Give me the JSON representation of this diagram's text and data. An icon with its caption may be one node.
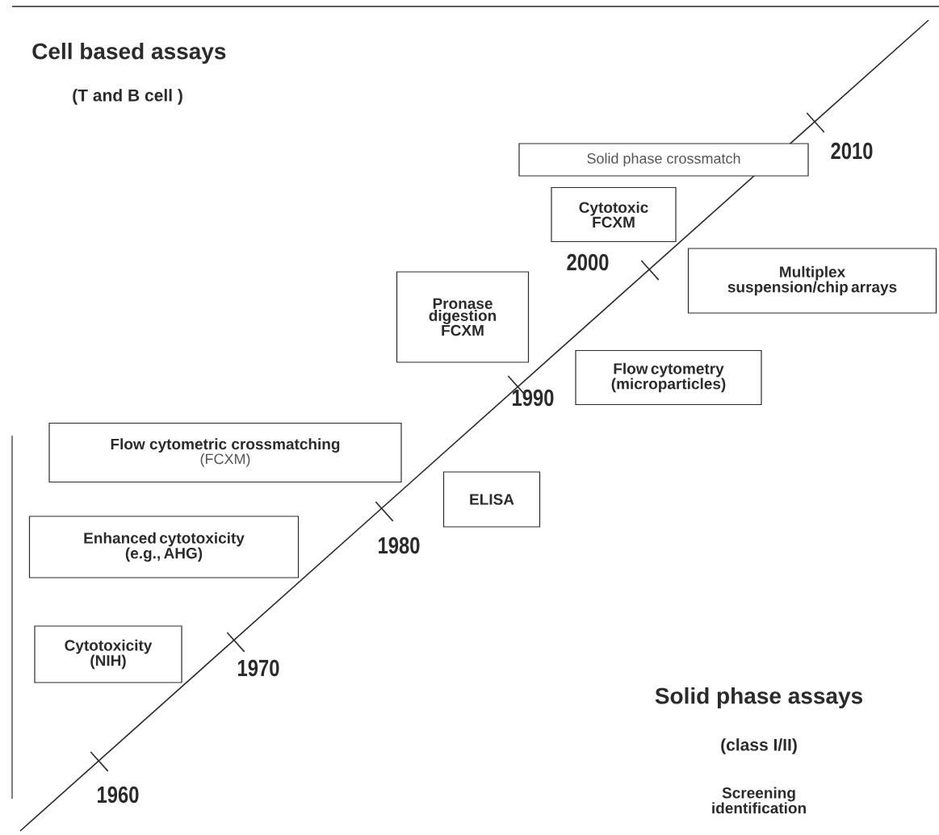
{
  "diagram": {
    "nodes": [
      {
        "text": [
          "Solid phase crossmatch"
        ]
      },
      {
        "text": [
          "Cytotoxic FCXM"
        ]
      },
      {
        "text": [
          "Multiplex suspension/chip arrays"
        ]
      },
      {
        "text": [
          "Pronase digestion FCXM"
        ]
      },
      {
        "text": [
          "Flow cytometry (microparticles)"
        ]
      },
      {
        "text": [
          "Flow cytometric crossmatching",
          "(FCXM)"
        ]
      },
      {
        "text": [
          "ELISA"
        ]
      },
      {
        "text": [
          "Enhanced cytotoxicity (e.g., AHG)"
        ]
      },
      {
        "text": [
          "Cytotoxicity (NIH)"
        ]
      }
    ],
    "labels": [
      "Cell based assays",
      "(T and B cell )",
      "2010",
      "2000",
      "1990",
      "1980",
      "1970",
      "Solid phase assays",
      "(class I/II)",
      "1960",
      "Screening identification"
    ]
  }
}
